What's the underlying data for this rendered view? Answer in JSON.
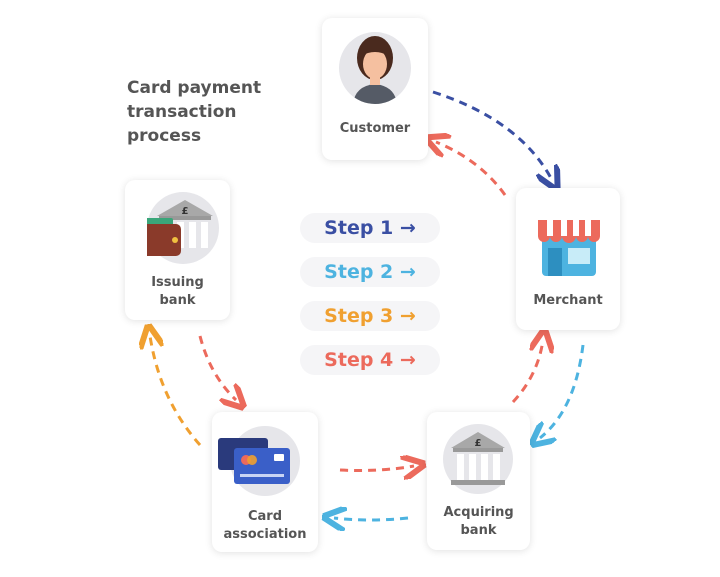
{
  "title": "Card payment transaction process",
  "nodes": {
    "customer": "Customer",
    "merchant": "Merchant",
    "acquiring": "Acquiring bank",
    "association": "Card association",
    "issuing": "Issuing bank"
  },
  "steps": [
    {
      "label": "Step 1",
      "color": "#3a4fa3"
    },
    {
      "label": "Step 2",
      "color": "#4db3e0"
    },
    {
      "label": "Step 3",
      "color": "#f0a030"
    },
    {
      "label": "Step 4",
      "color": "#ec6a5c"
    }
  ],
  "arrow_glyph": "→",
  "bank_symbol": "£"
}
